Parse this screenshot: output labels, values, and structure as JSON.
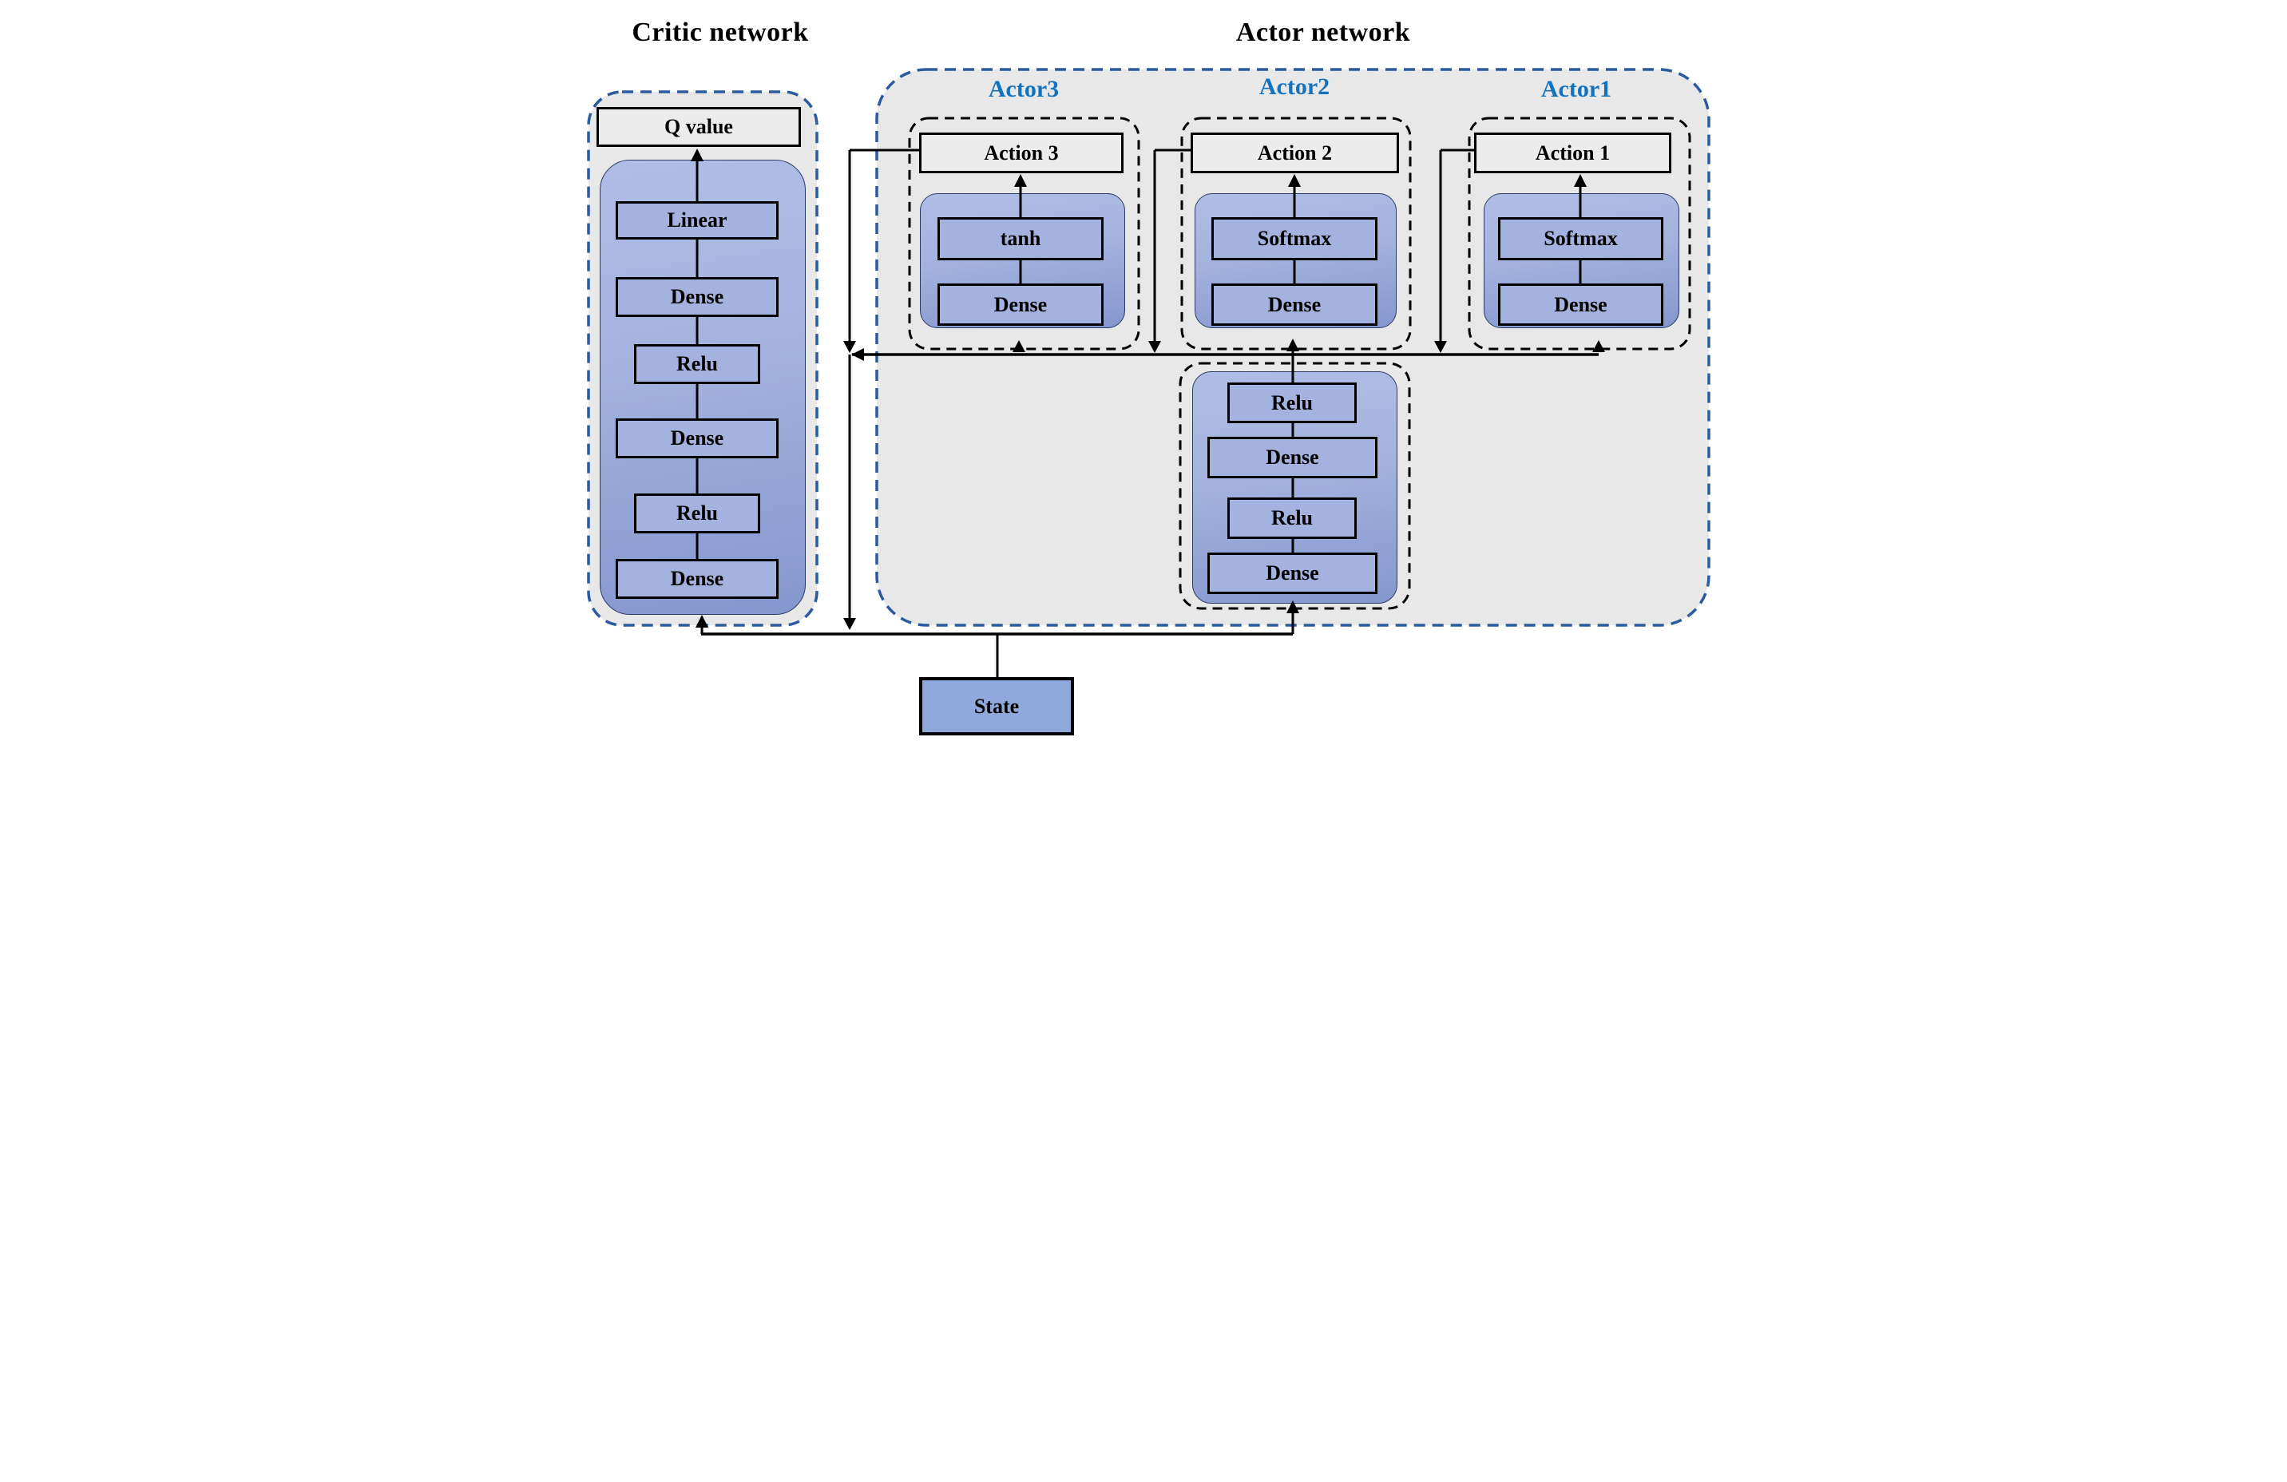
{
  "titles": {
    "critic": "Critic network",
    "actor": "Actor network"
  },
  "critic": {
    "output_label": "Q value",
    "layers": [
      "Linear",
      "Dense",
      "Relu",
      "Dense",
      "Relu",
      "Dense"
    ]
  },
  "actor_network": {
    "actors": [
      {
        "name": "Actor3",
        "action_label": "Action 3",
        "layers": [
          "tanh",
          "Dense"
        ]
      },
      {
        "name": "Actor2",
        "action_label": "Action 2",
        "layers": [
          "Softmax",
          "Dense"
        ]
      },
      {
        "name": "Actor1",
        "action_label": "Action 1",
        "layers": [
          "Softmax",
          "Dense"
        ]
      }
    ],
    "shared_layers": [
      "Relu",
      "Dense",
      "Relu",
      "Dense"
    ]
  },
  "state_label": "State",
  "colors": {
    "panel_fill": "#E8E8E8",
    "panel_dashed_border": "#2C5A9E",
    "subbox_dashed_border": "#000000",
    "container_gradient_top": "#B0BDE6",
    "container_gradient_bottom": "#8497CE",
    "layer_box_fill": "#A3B2DE",
    "io_box_fill": "#ECECEC",
    "state_box_fill": "#8FA9DC",
    "actor_label_text": "#1272BE",
    "line": "#000000"
  },
  "connections": [
    "State feeds Critic network and shared layers",
    "Shared layers output distributes up to Actor3, Actor2 and Actor1",
    "Dense to tanh to Action 3",
    "Dense to Softmax to Action 2",
    "Dense to Softmax to Action 1",
    "Action 1, Action 2 and Action 3 feed down into Critic network",
    "Linear outputs Q value"
  ]
}
